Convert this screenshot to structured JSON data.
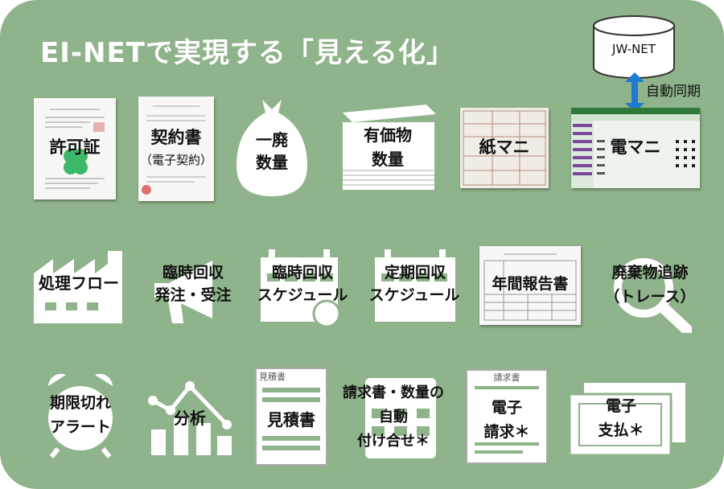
{
  "title": "EI-NETで実現する「見える化」",
  "database": {
    "label": "JW-NET",
    "sync_label": "自動同期"
  },
  "row1": [
    {
      "line1": "許可証",
      "line2": ""
    },
    {
      "line1": "契約書",
      "line2": "（電子契約）"
    },
    {
      "line1": "一廃",
      "line2": "数量"
    },
    {
      "line1": "有価物",
      "line2": "数量"
    },
    {
      "line1": "紙マニ",
      "line2": ""
    },
    {
      "line1": "電マニ",
      "line2": ""
    }
  ],
  "row2": [
    {
      "line1": "処理フロー",
      "line2": ""
    },
    {
      "line1": "臨時回収",
      "line2": "発注・受注"
    },
    {
      "line1": "臨時回収",
      "line2": "スケジュール"
    },
    {
      "line1": "定期回収",
      "line2": "スケジュール"
    },
    {
      "line1": "年間報告書",
      "line2": ""
    },
    {
      "line1": "廃棄物追跡",
      "line2": "（トレース）"
    }
  ],
  "row3": [
    {
      "line1": "期限切れ",
      "line2": "アラート"
    },
    {
      "line1": "分析",
      "line2": ""
    },
    {
      "line1": "見積書",
      "line2": "",
      "header": "見積書"
    },
    {
      "line1": "請求書・数量の",
      "line2": "自動",
      "line3": "付け合せ＊"
    },
    {
      "line1": "電子",
      "line2": "請求＊",
      "header": "請求書"
    },
    {
      "line1": "電子",
      "line2": "支払＊"
    }
  ],
  "colors": {
    "panel": "#8fb38a",
    "icon": "#ffffff",
    "arrow": "#1e7bd1",
    "text": "#111111"
  }
}
